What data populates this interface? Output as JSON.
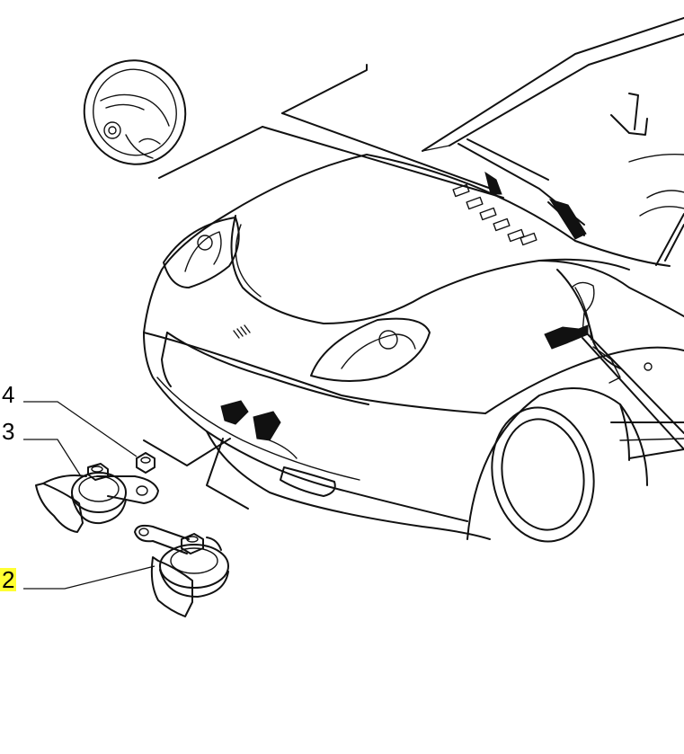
{
  "callouts": [
    {
      "id": "4",
      "label": "4",
      "highlighted": false
    },
    {
      "id": "3",
      "label": "3",
      "highlighted": false
    },
    {
      "id": "2",
      "label": "2",
      "highlighted": true
    }
  ],
  "colors": {
    "line": "#111111",
    "background": "#ffffff",
    "highlight": "#ffff33"
  },
  "icons": [
    "steering-wheel-icon",
    "car-front-outline",
    "horn-part",
    "nut-part"
  ]
}
